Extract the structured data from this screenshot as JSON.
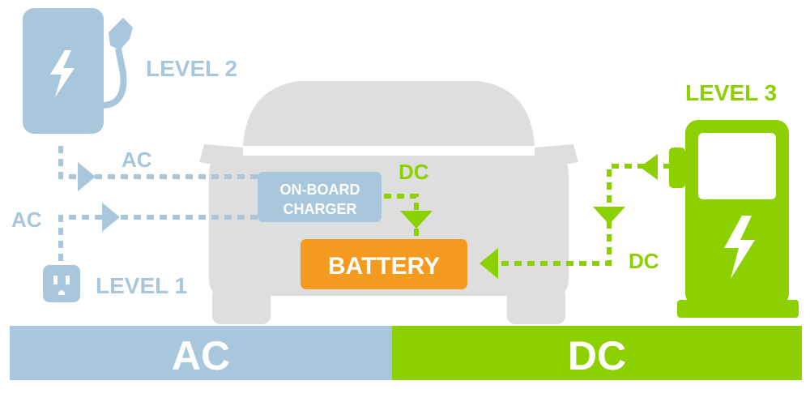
{
  "colors": {
    "ac": "#a8c6dc",
    "dc": "#8cd000",
    "battery": "#f49a1e",
    "car": "#dedede",
    "white": "#ffffff"
  },
  "labels": {
    "level2": "LEVEL 2",
    "level1": "LEVEL 1",
    "level3": "LEVEL 3",
    "ac_top": "AC",
    "ac_left": "AC",
    "dc_onboard": "DC",
    "dc_right": "DC",
    "charger_line1": "ON-BOARD",
    "charger_line2": "CHARGER",
    "battery": "BATTERY"
  },
  "bottom_bar": {
    "ac_label": "AC",
    "dc_label": "DC"
  },
  "icons": {
    "level2_station": "ev-wall-charger-icon",
    "level1_outlet": "wall-outlet-icon",
    "level3_station": "dc-fast-charger-icon",
    "bolt": "lightning-bolt-icon"
  }
}
